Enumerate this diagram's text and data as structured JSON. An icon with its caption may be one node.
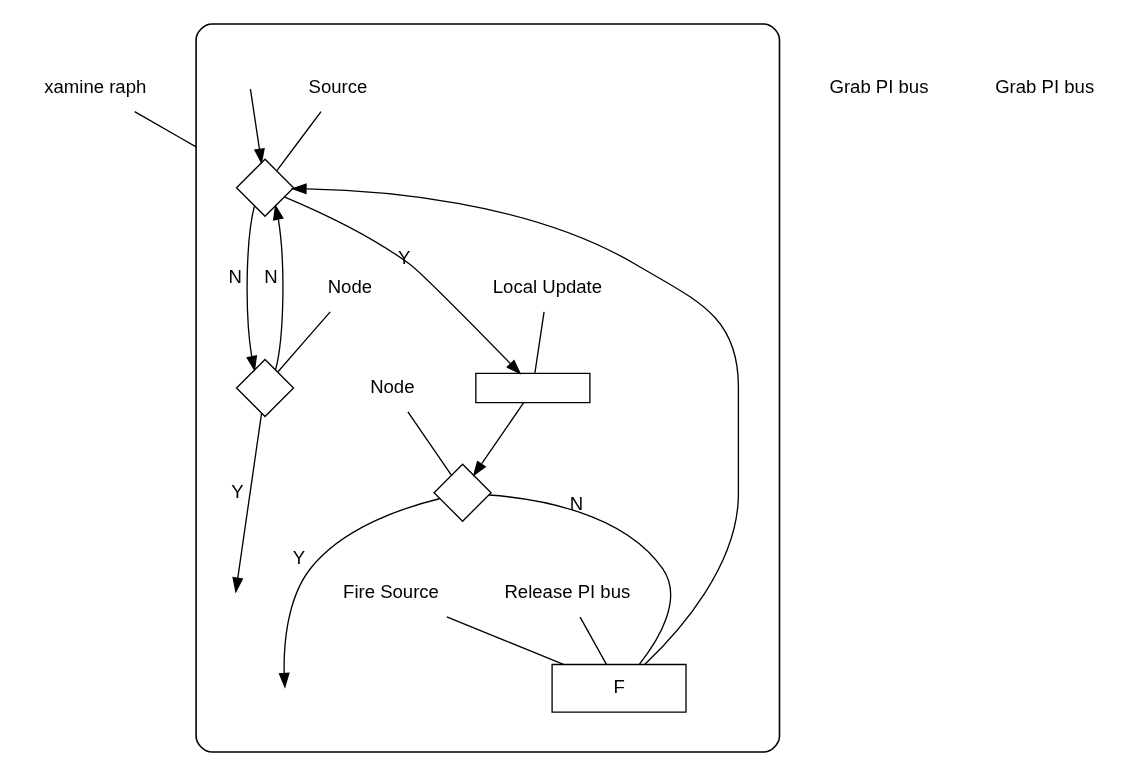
{
  "diagram": {
    "nodes": [
      {
        "text": [
          "xamine raph"
        ]
      },
      {
        "text": [],
        "shape": "ellipse"
      },
      {
        "text": [],
        "shape": "diamond",
        "in": 1
      },
      {
        "text": [
          "Source"
        ],
        "in": 1
      },
      {
        "text": [
          "F"
        ],
        "in": 1
      },
      {
        "text": [
          "Release PI bus"
        ],
        "in": 1
      },
      {
        "text": [
          "Fire Source"
        ],
        "in": 1
      },
      {
        "text": [],
        "shape": "box",
        "in": 1
      },
      {
        "text": [
          "Local Update"
        ],
        "in": 1
      },
      {
        "text": [],
        "shape": "diamond",
        "in": 1
      },
      {
        "text": [
          "Node"
        ],
        "in": 1
      },
      {
        "text": [],
        "shape": "diamond",
        "in": 1
      },
      {
        "text": [
          "Node"
        ],
        "in": 1
      }
    ],
    "edges": [
      {
        "from": null,
        "to": 2,
        "arrow": "to"
      },
      {
        "from": 2,
        "to": 7,
        "arrow": "to",
        "label": "Y"
      },
      {
        "from": 2,
        "to": 11,
        "arrow": "to",
        "label": "N"
      },
      {
        "from": 7,
        "to": 9,
        "arrow": "to"
      },
      {
        "from": 9,
        "to": 4,
        "arrow": "none",
        "label": "N"
      },
      {
        "from": 4,
        "to": 2,
        "arrow": "to"
      },
      {
        "from": 11,
        "to": 2,
        "arrow": "to",
        "label": "N"
      },
      {
        "from": 9,
        "to": null,
        "arrow": "to",
        "label": "Y"
      },
      {
        "from": 11,
        "to": null,
        "arrow": "to",
        "label": "Y"
      },
      {
        "from": 0,
        "to": 1,
        "arrow": "none"
      },
      {
        "from": 3,
        "to": 2,
        "arrow": "none"
      },
      {
        "from": 5,
        "to": 4,
        "arrow": "none"
      },
      {
        "from": 6,
        "to": 4,
        "arrow": "none"
      },
      {
        "from": 8,
        "to": 7,
        "arrow": "none"
      },
      {
        "from": 10,
        "to": 9,
        "arrow": "none"
      },
      {
        "from": 12,
        "to": 11,
        "arrow": "none"
      }
    ],
    "labels": [
      "Grab PI bus",
      "Grab PI bus"
    ]
  }
}
